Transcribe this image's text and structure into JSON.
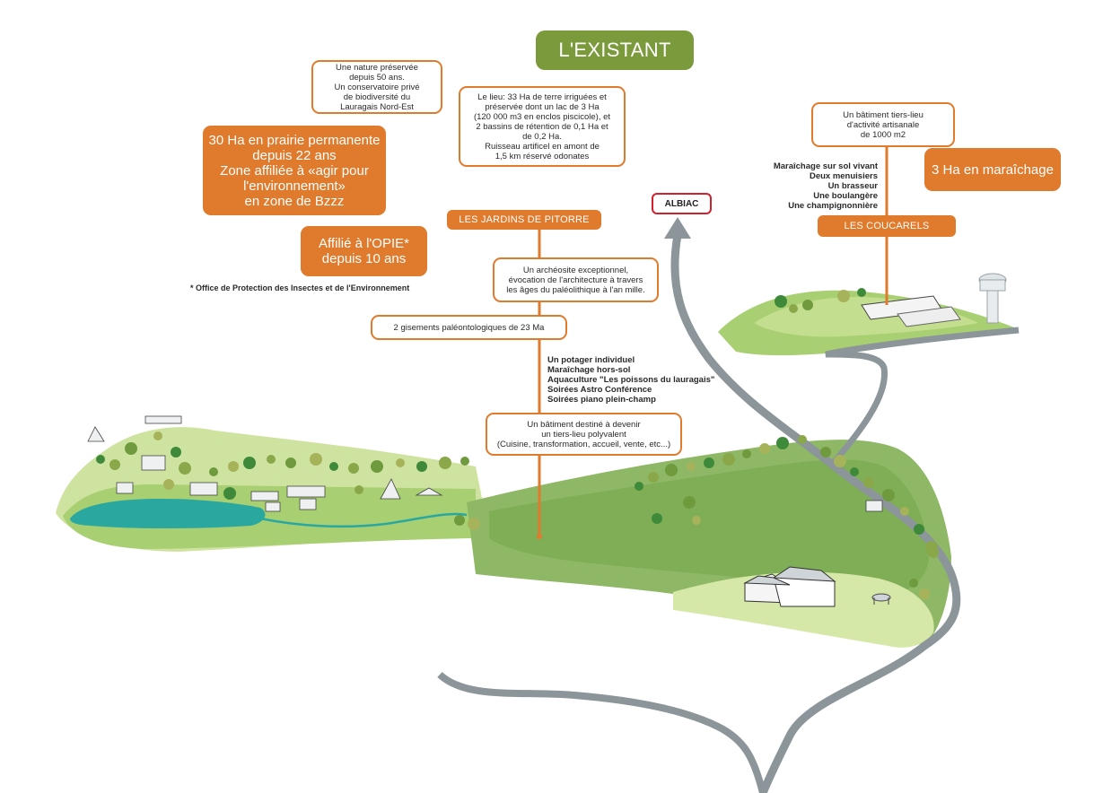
{
  "title": "L'EXISTANT",
  "notes": {
    "nature": "Une nature préservée\ndepuis 50 ans.\nUn conservatoire privé\nde biodiversité du\nLauragais Nord-Est",
    "lieu": "Le lieu: 33 Ha de terre irriguées et\npréservée dont un lac de 3 Ha\n(120 000 m3 en enclos piscicole), et\n2 bassins de rétention de 0,1 Ha et\nde 0,2 Ha.\nRuisseau artificel en amont de\n1,5 km réservé odonates",
    "batiment_coucarels": "Un bâtiment tiers-lieu\nd'activité artisanale\nde 1000 m2",
    "archeosite": "Un archéosite exceptionnel,\névocation de l'architecture à travers\nles âges du paléolithique à l'an mille.",
    "gisements": "2 gisements paléontologiques de 23 Ma",
    "batiment_pitorre": "Un bâtiment destiné à devenir\nun tiers-lieu polyvalent\n(Cuisine, transformation, accueil, vente, etc...)"
  },
  "highlights": {
    "prairie": "30 Ha en prairie permanente\ndepuis 22 ans\nZone affiliée à «agir pour\nl'environnement»\nen zone de Bzzz",
    "opie": "Affilié à l'OPIE*\ndepuis 10 ans",
    "maraichage": "3 Ha en maraîchage"
  },
  "footnote": "* Office de Protection des Insectes et de l'Environnement",
  "places": {
    "pitorre": "LES JARDINS DE PITORRE",
    "coucarels": "LES COUCARELS",
    "albiac": "ALBIAC"
  },
  "lists": {
    "coucarels": "Maraîchage sur sol vivant\nDeux menuisiers\nUn brasseur\nUne boulangère\nUne champignonnière",
    "pitorre": "Un potager individuel\nMaraîchage hors-sol\nAquaculture \"Les poissons du lauragais\"\nSoirées Astro Conférence\nSoirées piano plein-champ"
  },
  "colors": {
    "accent": "#e07a2c",
    "title_green": "#7a9a3c",
    "road": "#8c9599",
    "field_light": "#cfe3a0",
    "field_mid": "#a8cf72",
    "field_dark": "#8fb866",
    "lake": "#2aa8a0",
    "albiac_border": "#d2202f"
  }
}
